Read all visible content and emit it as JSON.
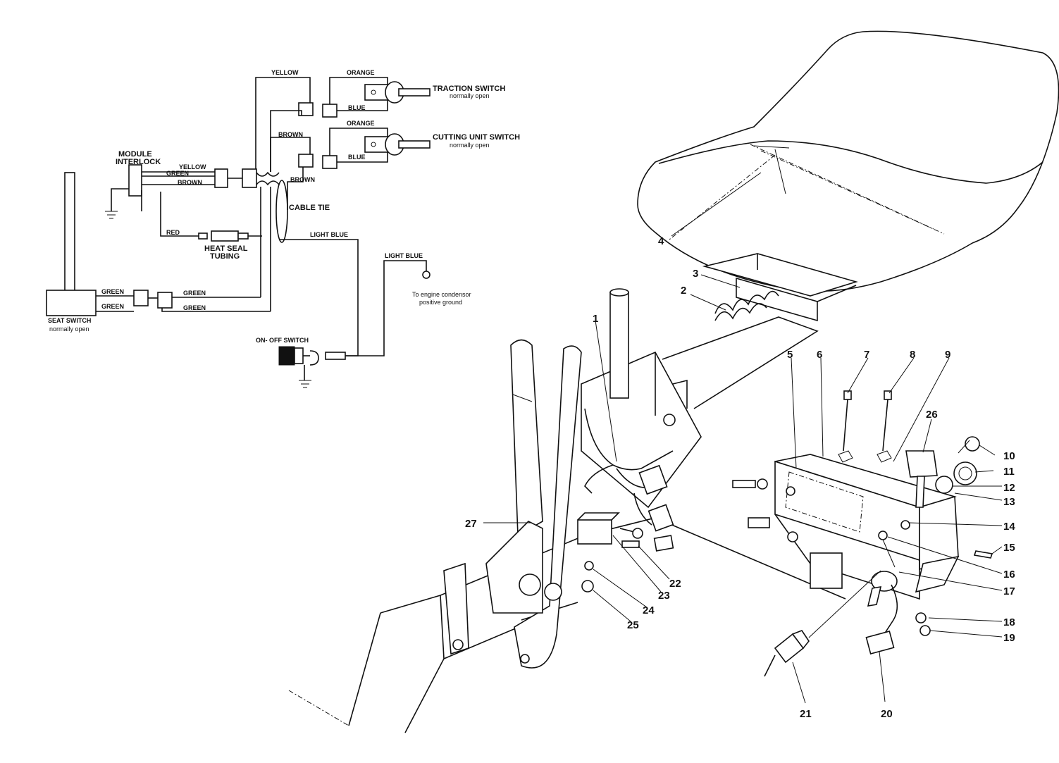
{
  "schematic": {
    "wires": {
      "yellow_top": "YELLOW",
      "orange_1": "ORANGE",
      "blue_1": "BLUE",
      "orange_2": "ORANGE",
      "brown_1": "BROWN",
      "blue_2": "BLUE",
      "brown_2": "BROWN",
      "yellow_mod": "YELLOW",
      "green_mod": "GREEN",
      "brown_mod": "BROWN",
      "red": "RED",
      "light_blue_1": "LIGHT BLUE",
      "light_blue_2": "LIGHT BLUE",
      "green_seat_1": "GREEN",
      "green_seat_2": "GREEN",
      "green_seat_3": "GREEN",
      "green_seat_4": "GREEN"
    },
    "components": {
      "traction_switch": "TRACTION SWITCH",
      "traction_state": "normally open",
      "cutting_switch": "CUTTING UNIT SWITCH",
      "cutting_state": "normally open",
      "module_line1": "MODULE",
      "module_line2": "INTERLOCK",
      "cable_tie": "CABLE TIE",
      "heat_seal_line1": "HEAT SEAL",
      "heat_seal_line2": "TUBING",
      "seat_switch": "SEAT SWITCH",
      "seat_state": "normally open",
      "on_off_switch": "ON- OFF SWITCH",
      "engine_line1": "To engine condensor",
      "engine_line2": "positive ground"
    }
  },
  "callouts": [
    "1",
    "2",
    "3",
    "4",
    "5",
    "6",
    "7",
    "8",
    "9",
    "10",
    "11",
    "12",
    "13",
    "14",
    "15",
    "16",
    "17",
    "18",
    "19",
    "20",
    "21",
    "22",
    "23",
    "24",
    "25",
    "26",
    "27"
  ]
}
